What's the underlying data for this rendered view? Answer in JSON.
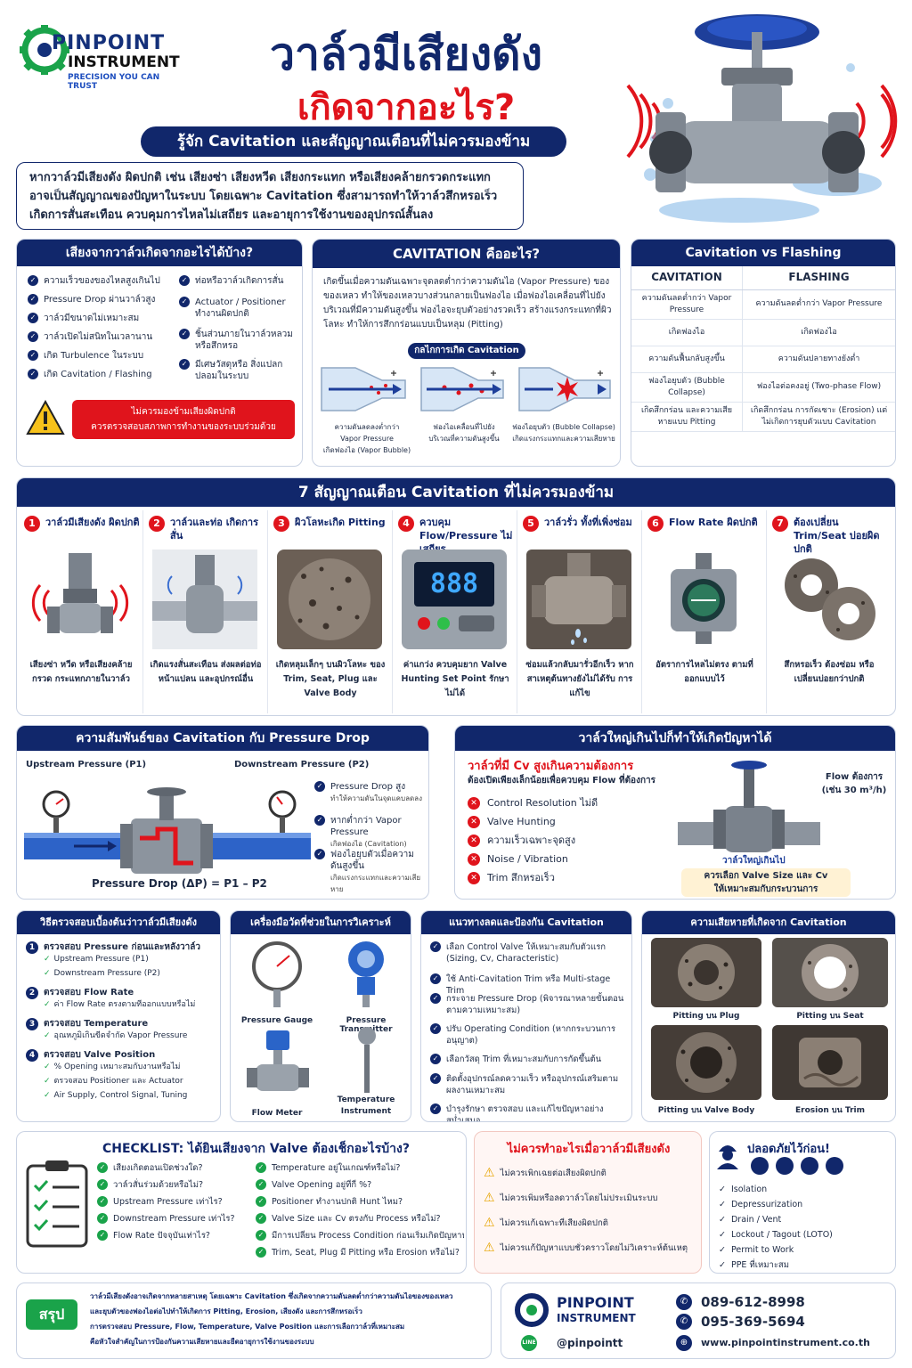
{
  "brand": {
    "name_line1": "PINPOINT",
    "name_line2": "INSTRUMENT",
    "tagline": "PRECISION YOU CAN TRUST"
  },
  "header": {
    "title_line1": "วาล์วมีเสียงดัง",
    "title_line2": "เกิดจากอะไร?",
    "subtitle": "รู้จัก Cavitation และสัญญาณเตือนที่ไม่ควรมองข้าม",
    "intro": "หากวาล์วมีเสียงดัง ผิดปกติ เช่น เสียงซ่า เสียงหวีด เสียงกระแทก หรือเสียงคล้ายกรวดกระแทก อาจเป็นสัญญาณของปัญหาในระบบ โดยเฉพาะ Cavitation ซึ่งสามารถทำให้วาล์วสึกหรอเร็ว เกิดการสั่นสะเทือน ควบคุมการไหลไม่เสถียร และอายุการใช้งานของอุปกรณ์สั้นลง"
  },
  "causes": {
    "title": "เสียงจากวาล์วเกิดจากอะไรได้บ้าง?",
    "left_items": [
      "ความเร็วของของไหลสูงเกินไป",
      "Pressure Drop ผ่านวาล์วสูง",
      "วาล์วมีขนาดไม่เหมาะสม",
      "วาล์วเปิดไม่สนิทในเวลานาน",
      "เกิด Turbulence ในระบบ",
      "เกิด Cavitation / Flashing"
    ],
    "right_items": [
      "ท่อหรือวาล์วเกิดการสั่น",
      "Actuator / Positioner ทำงานผิดปกติ",
      "ชิ้นส่วนภายในวาล์วหลวม หรือสึกหรอ",
      "มีเศษวัสดุหรือ สิ่งแปลกปลอมในระบบ"
    ],
    "warning_line1": "ไม่ควรมองข้ามเสียงผิดปกติ",
    "warning_line2": "ควรตรวจสอบสภาพการทำงานของระบบร่วมด้วย"
  },
  "cavitation": {
    "title": "CAVITATION คืออะไร?",
    "description": "เกิดขึ้นเมื่อความดันเฉพาะจุดลดต่ำกว่าความดันไอ (Vapor Pressure) ของของเหลว ทำให้ของเหลวบางส่วนกลายเป็นฟองไอ เมื่อฟองไอเคลื่อนที่ไปยังบริเวณที่มีความดันสูงขึ้น ฟองไอจะยุบตัวอย่างรวดเร็ว สร้างแรงกระแทกที่ผิวโลหะ ทำให้การสึกกร่อนแบบเป็นหลุม (Pitting)",
    "mechanism_label": "กลไกการเกิด Cavitation",
    "steps": [
      {
        "line1": "ความดันลดลงต่ำกว่า",
        "line2": "Vapor Pressure",
        "line3": "เกิดฟองไอ (Vapor Bubble)"
      },
      {
        "line1": "ฟองไอเคลื่อนที่ไปยัง",
        "line2": "บริเวณที่ความดันสูงขึ้น",
        "line3": ""
      },
      {
        "line1": "ฟองไอยุบตัว (Bubble Collapse)",
        "line2": "เกิดแรงกระแทกและความเสียหาย",
        "line3": ""
      }
    ]
  },
  "versus": {
    "title": "Cavitation vs Flashing",
    "col1": "CAVITATION",
    "col2": "FLASHING",
    "rows": [
      [
        "ความดันลดต่ำกว่า Vapor Pressure",
        "ความดันลดต่ำกว่า Vapor Pressure"
      ],
      [
        "เกิดฟองไอ",
        "เกิดฟองไอ"
      ],
      [
        "ความดันฟื้นกลับสูงขึ้น",
        "ความดันปลายทางยังต่ำ"
      ],
      [
        "ฟองไอยุบตัว (Bubble Collapse)",
        "ฟองไอต่อคงอยู่ (Two-phase Flow)"
      ],
      [
        "เกิดสึกกร่อน และความเสียหายแบบ Pitting",
        "เกิดสึกกร่อน การกัดเซาะ (Erosion) แต่ไม่เกิดการยุบตัวแบบ Cavitation"
      ]
    ]
  },
  "signs": {
    "title": "7 สัญญาณเตือน Cavitation ที่ไม่ควรมองข้าม",
    "items": [
      {
        "num": "1",
        "title": "วาล์วมีเสียงดัง ผิดปกติ",
        "desc": "เสียงซ่า หวีด หรือเสียงคล้ายกรวด กระแทกภายในวาล์ว"
      },
      {
        "num": "2",
        "title": "วาล์วและท่อ เกิดการสั่น",
        "desc": "เกิดแรงสั่นสะเทือน ส่งผลต่อท่อ หน้าแปลน และอุปกรณ์อื่น"
      },
      {
        "num": "3",
        "title": "ผิวโลหะเกิด Pitting",
        "desc": "เกิดหลุมเล็กๆ บนผิวโลหะ ของ Trim, Seat, Plug และ Valve Body"
      },
      {
        "num": "4",
        "title": "ควบคุม Flow/Pressure ไม่เสถียร",
        "desc": "ค่าแกว่ง ควบคุมยาก Valve Hunting Set Point รักษาไม่ได้"
      },
      {
        "num": "5",
        "title": "วาล์วรั่ว ทั้งที่เพิ่งซ่อม",
        "desc": "ซ่อมแล้วกลับมารั่วอีกเร็ว หากสาเหตุต้นทางยังไม่ได้รับ การแก้ไข"
      },
      {
        "num": "6",
        "title": "Flow Rate ผิดปกติ",
        "desc": "อัตราการไหลไม่ตรง ตามที่ออกแบบไว้"
      },
      {
        "num": "7",
        "title": "ต้องเปลี่ยน Trim/Seat บ่อยผิดปกติ",
        "desc": "สึกหรอเร็ว ต้องซ่อม หรือเปลี่ยนบ่อยกว่าปกติ"
      }
    ],
    "display_text": "888"
  },
  "pressure_drop": {
    "title": "ความสัมพันธ์ของ Cavitation กับ Pressure Drop",
    "upstream": "Upstream Pressure (P1)",
    "downstream": "Downstream Pressure (P2)",
    "formula": "Pressure Drop (ΔP) = P1 – P2",
    "points": [
      {
        "title": "Pressure Drop สูง",
        "sub": "ทำให้ความดันในจุดแคบลดลง"
      },
      {
        "title": "หากต่ำกว่า Vapor Pressure",
        "sub": "เกิดฟองไอ (Cavitation)"
      },
      {
        "title": "ฟองไอยุบตัวเมื่อความดันสูงขึ้น",
        "sub": "เกิดแรงกระแทกและความเสียหาย"
      }
    ]
  },
  "oversize": {
    "title": "วาล์วใหญ่เกินไปก็ทำให้เกิดปัญหาได้",
    "headline": "วาล์วที่มี Cv สูงเกินความต้องการ",
    "subline": "ต้องเปิดเพียงเล็กน้อยเพื่อควบคุม Flow ที่ต้องการ",
    "problems": [
      "Control Resolution ไม่ดี",
      "Valve Hunting",
      "ความเร็วเฉพาะจุดสูง",
      "Noise / Vibration",
      "Trim สึกหรอเร็ว"
    ],
    "flow_label_1": "Flow ต้องการ",
    "flow_label_2": "(เช่น 30 m³/h)",
    "valve_label": "วาล์วใหญ่เกินไป",
    "advice_line1": "ควรเลือก Valve Size และ Cv",
    "advice_line2": "ให้เหมาะสมกับกระบวนการ"
  },
  "inspect": {
    "title": "วิธีตรวจสอบเบื้องต้นว่าวาล์วมีเสียงดัง",
    "steps": [
      {
        "num": "1",
        "title": "ตรวจสอบ Pressure ก่อนและหลังวาล์ว",
        "subs": [
          "Upstream Pressure (P1)",
          "Downstream Pressure (P2)"
        ]
      },
      {
        "num": "2",
        "title": "ตรวจสอบ Flow Rate",
        "subs": [
          "ค่า Flow Rate ตรงตามที่ออกแบบหรือไม่"
        ]
      },
      {
        "num": "3",
        "title": "ตรวจสอบ Temperature",
        "subs": [
          "อุณหภูมิเกินขีดจำกัด Vapor Pressure"
        ]
      },
      {
        "num": "4",
        "title": "ตรวจสอบ Valve Position",
        "subs": [
          "% Opening เหมาะสมกับงานหรือไม่",
          "ตรวจสอบ Positioner และ Actuator",
          "Air Supply, Control Signal, Tuning"
        ]
      }
    ]
  },
  "tools": {
    "title": "เครื่องมือวัดที่ช่วยในการวิเคราะห์",
    "items": [
      "Pressure Gauge",
      "Pressure Transmitter",
      "Flow Meter",
      "Temperature Instrument"
    ]
  },
  "reduce": {
    "title": "แนวทางลดและป้องกัน Cavitation",
    "items": [
      "เลือก Control Valve ให้เหมาะสมกับตัวแรก (Sizing, Cv, Characteristic)",
      "ใช้ Anti-Cavitation Trim หรือ Multi-stage Trim",
      "กระจาย Pressure Drop (พิจารณาหลายขั้นตอนตามความเหมาะสม)",
      "ปรับ Operating Condition (หากกระบวนการอนุญาต)",
      "เลือกวัสดุ Trim ที่เหมาะสมกับการกัดขึ้นต้น",
      "ติดตั้งอุปกรณ์ลดความเร็ว หรืออุปกรณ์เสริมตาม ผลงานเหมาะสม",
      "บำรุงรักษา ตรวจสอบ และแก้ไขปัญหาอย่างสม่ำเสมอ"
    ]
  },
  "damage": {
    "title": "ความเสียหายที่เกิดจาก Cavitation",
    "items": [
      "Pitting บน Plug",
      "Pitting บน Seat",
      "Pitting บน Valve Body",
      "Erosion บน Trim"
    ]
  },
  "checklist": {
    "title": "CHECKLIST: ได้ยินเสียงจาก Valve ต้องเช็กอะไรบ้าง?",
    "left": [
      "เสียงเกิดตอนเปิดช่วงใด?",
      "วาล์วสั่นร่วมด้วยหรือไม่?",
      "Upstream Pressure เท่าไร?",
      "Downstream Pressure เท่าไร?",
      "Flow Rate ปัจจุบันเท่าไร?"
    ],
    "right": [
      "Temperature อยู่ในเกณฑ์หรือไม่?",
      "Valve Opening อยู่ที่กี่ %?",
      "Positioner ทำงานปกติ Hunt ไหม?",
      "Valve Size และ Cv ตรงกับ Process หรือไม่?",
      "มีการเปลี่ยน Process Condition ก่อนเริ่มเกิดปัญหาหรือไม่?",
      "Trim, Seat, Plug มี Pitting หรือ Erosion หรือไม่?"
    ]
  },
  "dont": {
    "title": "ไม่ควรทำอะไรเมื่อวาล์วมีเสียงดัง",
    "items": [
      "ไม่ควรเพิกเฉยต่อเสียงผิดปกติ",
      "ไม่ควรเพิ่มหรือลดวาล์วโดยไม่ประเมินระบบ",
      "ไม่ควรแก้เฉพาะที่เสียงผิดปกติ",
      "ไม่ควรแก้ปัญหาแบบชั่วคราวโดยไม่วิเคราะห์ต้นเหตุ"
    ]
  },
  "safety": {
    "title": "ปลอดภัยไว้ก่อน!",
    "items": [
      "Isolation",
      "Depressurization",
      "Drain / Vent",
      "Lockout / Tagout (LOTO)",
      "Permit to Work",
      "PPE ที่เหมาะสม"
    ]
  },
  "summary": {
    "label": "สรุป",
    "text_lines": [
      "วาล์วมีเสียงดังอาจเกิดจากหลายสาเหตุ โดยเฉพาะ Cavitation ซึ่งเกิดจากความดันลดต่ำกว่าความดันไอของของเหลว",
      "และยุบตัวของฟองไอต่อไปทำให้เกิดการ Pitting, Erosion, เสียงดัง และการสึกหรอเร็ว",
      "การตรวจสอบ Pressure, Flow, Temperature, Valve Position และการเลือกวาล์วที่เหมาะสม",
      "คือหัวใจสำคัญในการป้องกันความเสียหายและยืดอายุการใช้งานของระบบ"
    ]
  },
  "contact": {
    "name_line1": "PINPOINT",
    "name_line2": "INSTRUMENT",
    "phone1": "089-612-8998",
    "phone2": "095-369-5694",
    "line_id": "@pinpointt",
    "website": "www.pinpointinstrument.co.th"
  },
  "colors": {
    "navy": "#11276b",
    "red": "#e0141c",
    "steel": "#8c949e"
  }
}
